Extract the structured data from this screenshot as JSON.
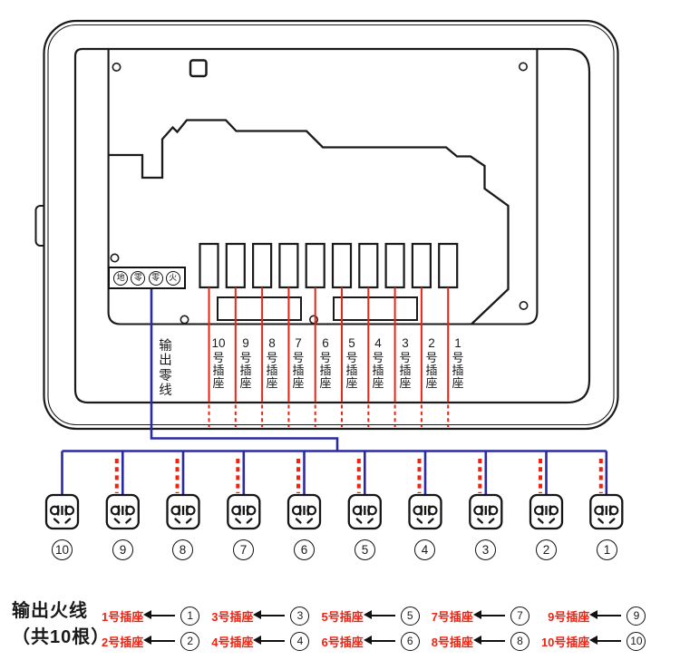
{
  "colors": {
    "line_black": "#1a1a1a",
    "neutral_wire_blue": "#2a2aa4",
    "live_wire_red": "#ee2413",
    "label_red": "#ee2413"
  },
  "panel": {
    "terminals": [
      "地",
      "零",
      "零",
      "火"
    ],
    "neutral_label": "输出零线",
    "connector_labels": [
      {
        "num": "10",
        "suffix": "号插座"
      },
      {
        "num": "9",
        "suffix": "号插座"
      },
      {
        "num": "8",
        "suffix": "号插座"
      },
      {
        "num": "7",
        "suffix": "号插座"
      },
      {
        "num": "6",
        "suffix": "号插座"
      },
      {
        "num": "5",
        "suffix": "号插座"
      },
      {
        "num": "4",
        "suffix": "号插座"
      },
      {
        "num": "3",
        "suffix": "号插座"
      },
      {
        "num": "2",
        "suffix": "号插座"
      },
      {
        "num": "1",
        "suffix": "号插座"
      }
    ]
  },
  "sockets": {
    "numbers": [
      "10",
      "9",
      "8",
      "7",
      "6",
      "5",
      "4",
      "3",
      "2",
      "1"
    ]
  },
  "legend": {
    "title_line1": "输出火线",
    "title_line2": "（共10根）",
    "mappings": [
      {
        "label": "1号插座",
        "num": "1"
      },
      {
        "label": "2号插座",
        "num": "2"
      },
      {
        "label": "3号插座",
        "num": "3"
      },
      {
        "label": "4号插座",
        "num": "4"
      },
      {
        "label": "5号插座",
        "num": "5"
      },
      {
        "label": "6号插座",
        "num": "6"
      },
      {
        "label": "7号插座",
        "num": "7"
      },
      {
        "label": "8号插座",
        "num": "8"
      },
      {
        "label": "9号插座",
        "num": "9"
      },
      {
        "label": "10号插座",
        "num": "10"
      }
    ]
  }
}
